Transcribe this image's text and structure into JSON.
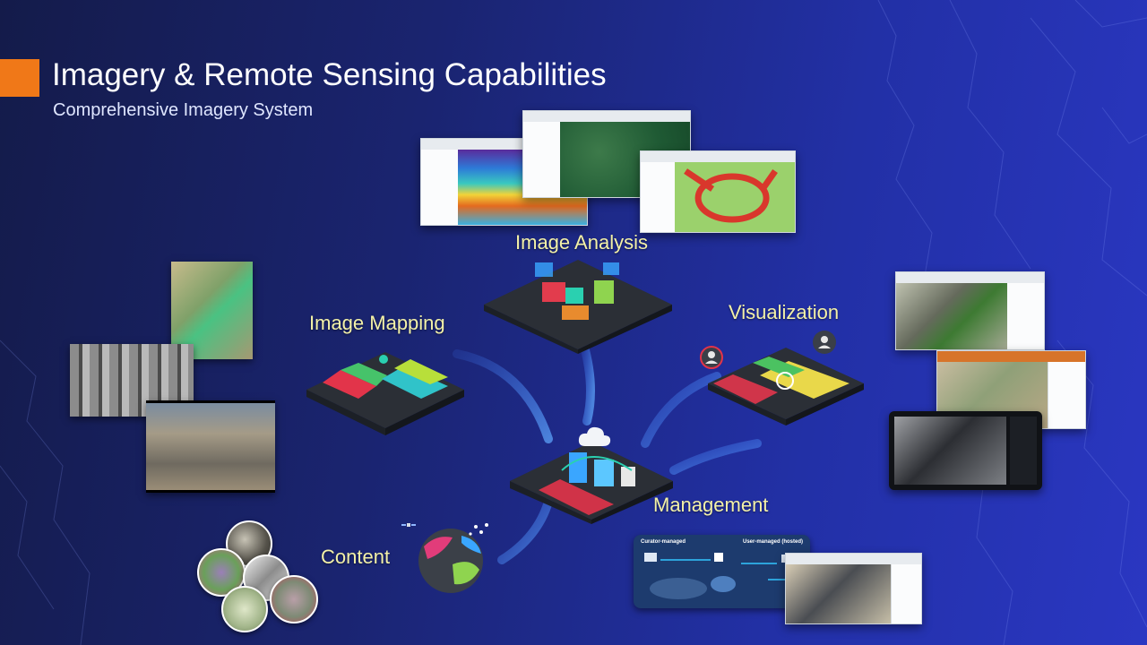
{
  "slide": {
    "title": "Imagery & Remote Sensing Capabilities",
    "subtitle": "Comprehensive Imagery System",
    "accent_color": "#f07818",
    "label_color": "#f3f1a8"
  },
  "nodes": {
    "image_analysis": "Image Analysis",
    "image_mapping": "Image Mapping",
    "visualization": "Visualization",
    "management": "Management",
    "content": "Content"
  },
  "management_diagram": {
    "left_heading": "Curator-managed",
    "right_heading": "User-managed (hosted)"
  },
  "icons": [
    "iso-city-icon",
    "cloud-icon",
    "user-icon",
    "satellite-icon",
    "globe-icon",
    "laptop-icon",
    "monitor-icon"
  ]
}
